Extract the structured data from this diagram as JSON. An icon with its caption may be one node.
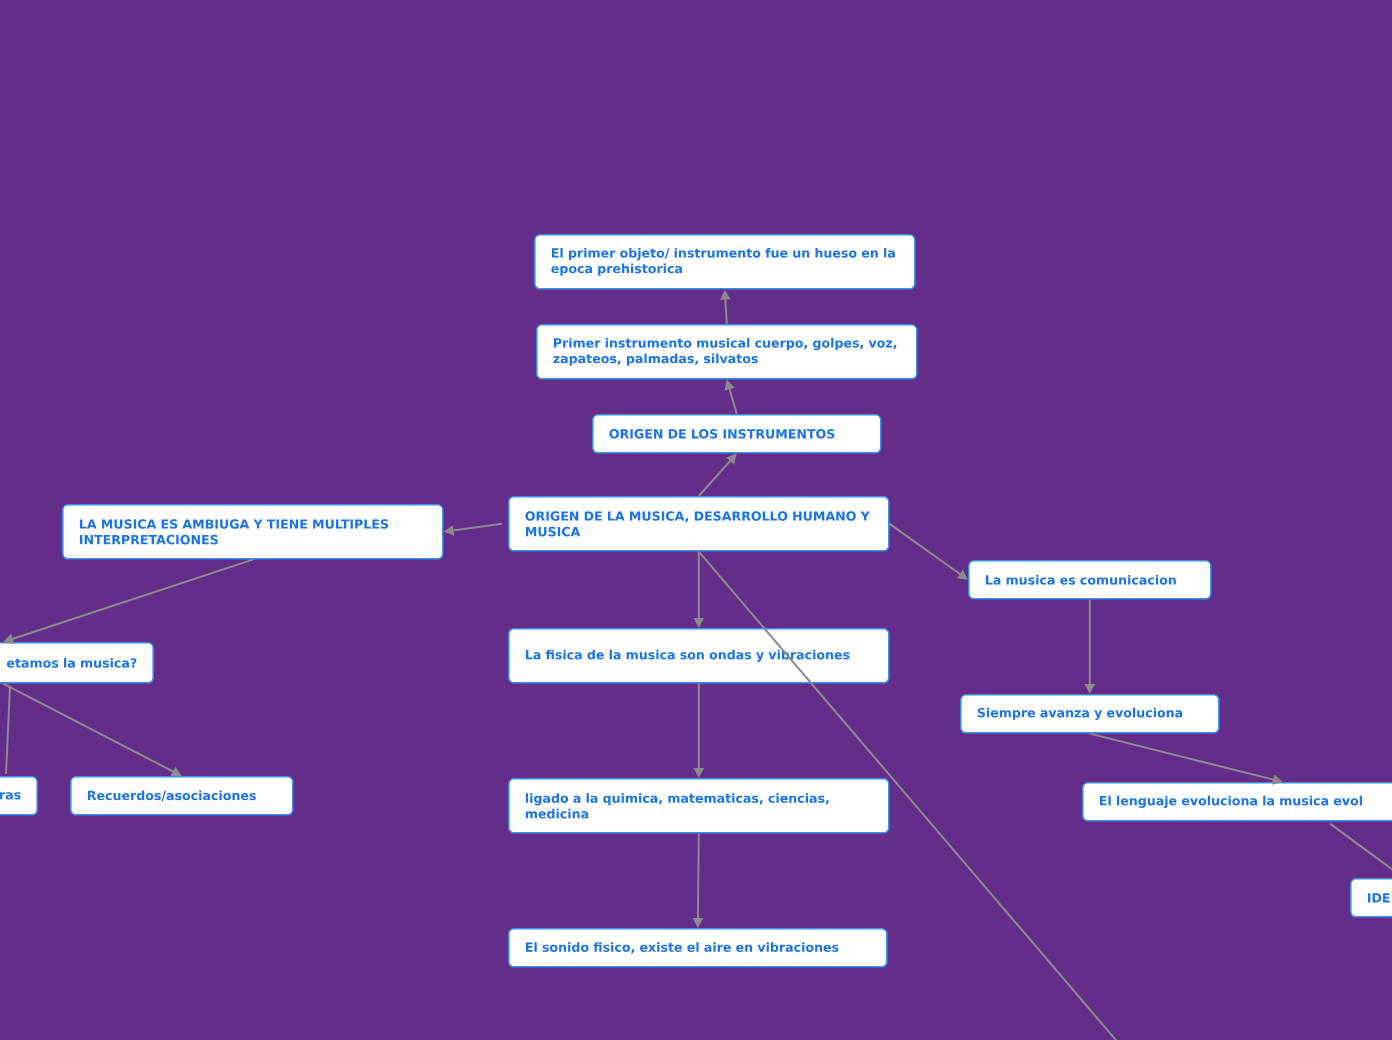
{
  "diagram": {
    "nodes": [
      {
        "text": [
          "ORIGEN DE LA MUSICA, DESARROLLO HUMANO Y MUSICA"
        ]
      },
      {
        "text": [
          "ORIGEN DE LOS INSTRUMENTOS"
        ]
      },
      {
        "text": [
          "Primer instrumento musical cuerpo, golpes, voz, zapateos, palmadas, silvatos"
        ]
      },
      {
        "text": [
          "El primer objeto/ instrumento fue un hueso en la epoca prehistorica"
        ]
      },
      {
        "text": [
          "LA MUSICA ES AMBIUGA Y TIENE MULTIPLES INTERPRETACIONES"
        ]
      },
      {
        "text": [
          "etamos la musica?"
        ]
      },
      {
        "text": [
          "ras"
        ]
      },
      {
        "text": [
          "Recuerdos/asociaciones"
        ]
      },
      {
        "text": [
          "La fisica de la musica son ondas y vibraciones"
        ]
      },
      {
        "text": [
          "ligado a la quimica, matematicas, ciencias, medicina"
        ]
      },
      {
        "text": [
          "El sonido fisico, existe el aire en vibraciones"
        ]
      },
      {
        "text": [
          "La musica es comunicacion"
        ]
      },
      {
        "text": [
          "Siempre avanza y evoluciona"
        ]
      },
      {
        "text": [
          "El lenguaje evoluciona la musica evol"
        ]
      },
      {
        "text": [
          "IDE"
        ]
      }
    ],
    "edges": [
      {
        "from": 0,
        "to": 1,
        "arrow": "to"
      },
      {
        "from": 1,
        "to": 2,
        "arrow": "to"
      },
      {
        "from": 2,
        "to": 3,
        "arrow": "to"
      },
      {
        "from": 0,
        "to": 4,
        "arrow": "to"
      },
      {
        "from": 4,
        "to": 5,
        "arrow": "to"
      },
      {
        "from": 5,
        "to": 6,
        "arrow": "none"
      },
      {
        "from": 5,
        "to": 7,
        "arrow": "to"
      },
      {
        "from": 0,
        "to": 8,
        "arrow": "to"
      },
      {
        "from": 8,
        "to": 9,
        "arrow": "to"
      },
      {
        "from": 9,
        "to": 10,
        "arrow": "to"
      },
      {
        "from": 0,
        "to": 11,
        "arrow": "to"
      },
      {
        "from": 11,
        "to": 12,
        "arrow": "to"
      },
      {
        "from": 12,
        "to": 13,
        "arrow": "to"
      },
      {
        "from": 13,
        "to": 14,
        "arrow": "none"
      },
      {
        "from": 0,
        "to": null,
        "arrow": "none"
      }
    ]
  }
}
